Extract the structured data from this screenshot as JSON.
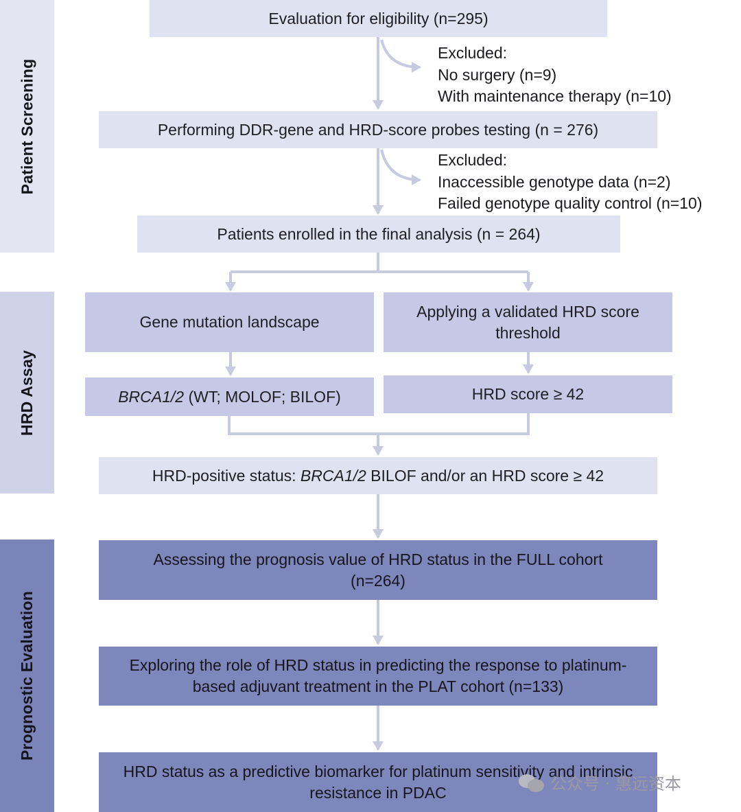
{
  "sections": {
    "screening": "Patient Screening",
    "assay": "HRD Assay",
    "evaluation": "Prognostic Evaluation"
  },
  "boxes": {
    "eligibility": "Evaluation for eligibility (n=295)",
    "testing": "Performing DDR-gene and HRD-score probes testing (n = 276)",
    "enrolled": "Patients enrolled in the final analysis (n = 264)",
    "gene_landscape": "Gene mutation landscape",
    "hrd_threshold": "Applying a validated HRD score threshold",
    "brca_gene": "BRCA1/2",
    "brca_rest": " (WT; MOLOF; BILOF)",
    "hrd_score": "HRD score ≥ 42",
    "positive_prefix": "HRD-positive status: ",
    "positive_gene": "BRCA1/2",
    "positive_suffix": " BILOF and/or an HRD score ≥ 42",
    "full_cohort": "Assessing the prognosis value of HRD status in the FULL cohort (n=264)",
    "plat_cohort": "Exploring the role of HRD status in predicting the response to platinum-based adjuvant treatment in the PLAT cohort (n=133)",
    "biomarker": "HRD status as a predictive biomarker for platinum sensitivity and intrinsic resistance in PDAC"
  },
  "exclusions": {
    "first": {
      "heading": "Excluded:",
      "items": [
        "No surgery (n=9)",
        "With maintenance therapy (n=10)"
      ]
    },
    "second": {
      "heading": "Excluded:",
      "items": [
        "Inaccessible genotype data (n=2)",
        "Failed genotype quality control (n=10)"
      ]
    }
  },
  "watermark": {
    "text": "公众号 · 惠远资本",
    "icon": "wechat-icon"
  },
  "colors": {
    "light_box": "#dfe2f0",
    "mid_box": "#c5c9e6",
    "dark_box": "#7d87bb",
    "arrow": "#c8cbe0"
  }
}
